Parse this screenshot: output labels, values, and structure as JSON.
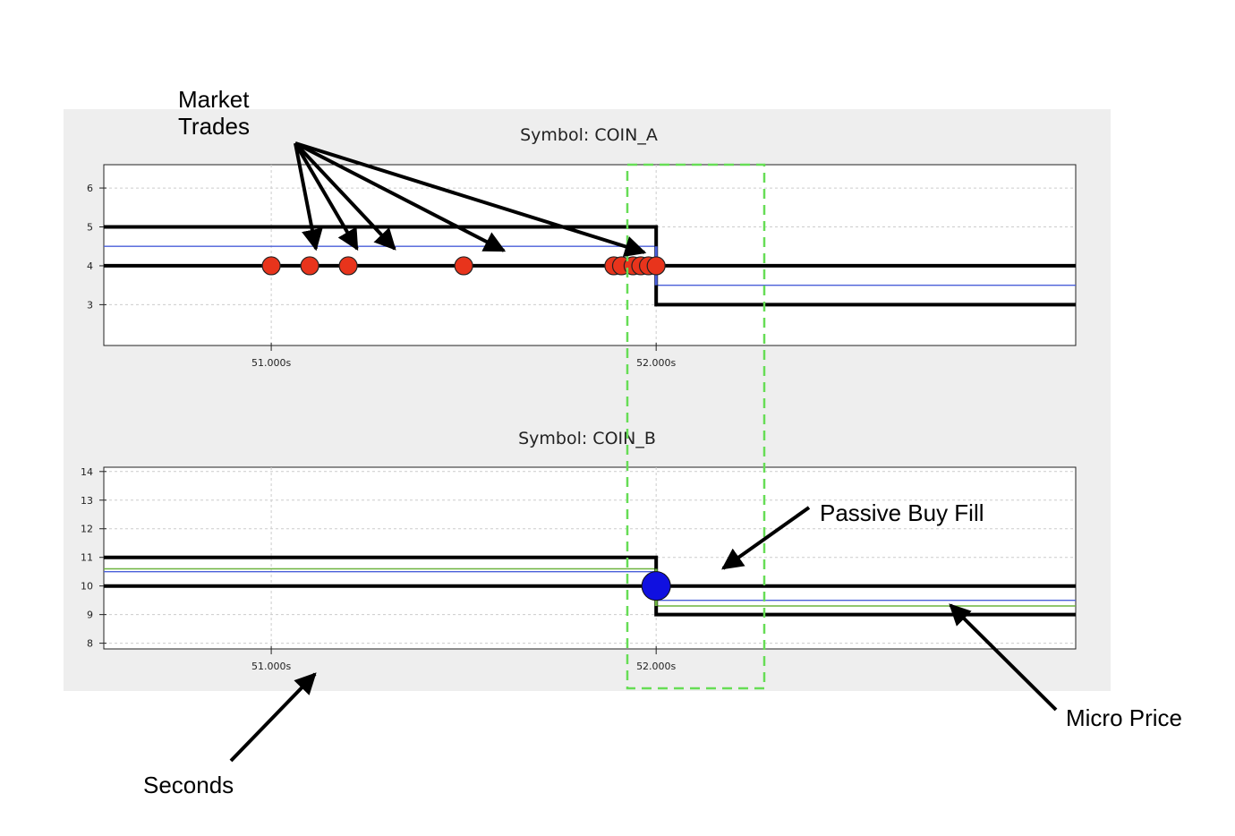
{
  "annotations": {
    "market_trades_line1": "Market",
    "market_trades_line2": "Trades",
    "passive_buy_fill": "Passive Buy Fill",
    "micro_price": "Micro Price",
    "seconds": "Seconds"
  },
  "colors": {
    "panel_bg": "#eeeeee",
    "bid_ask": "#000000",
    "micro_price": "#4a5fd9",
    "fill_price": "#6db33f",
    "market_trade": "#e8341c",
    "buy_fill": "#1010e0",
    "highlight_box": "#66dd55"
  },
  "chart_data": [
    {
      "type": "line",
      "title": "Symbol: COIN_A",
      "xlim": [
        50.565,
        53.09
      ],
      "ylim": [
        1.95,
        6.6
      ],
      "xticks": [
        51.0,
        52.0
      ],
      "xtick_labels": [
        "51.000s",
        "52.000s"
      ],
      "yticks": [
        3,
        4,
        5,
        6
      ],
      "grid": true,
      "step_series": [
        {
          "role": "ask",
          "x": [
            50.565,
            52.0,
            52.0,
            53.09
          ],
          "y": [
            5,
            5,
            4,
            4
          ]
        },
        {
          "role": "bid",
          "x": [
            50.565,
            52.0,
            52.0,
            53.09
          ],
          "y": [
            4,
            4,
            3,
            3
          ]
        },
        {
          "role": "micro",
          "x": [
            50.565,
            52.0,
            52.0,
            53.09
          ],
          "y": [
            4.5,
            4.5,
            3.5,
            3.5
          ]
        }
      ],
      "market_trades": {
        "x": [
          51.0,
          51.1,
          51.2,
          51.5,
          51.89,
          51.91,
          51.94,
          51.96,
          51.98,
          52.0
        ],
        "y": [
          4,
          4,
          4,
          4,
          4,
          4,
          4,
          4,
          4,
          4
        ]
      }
    },
    {
      "type": "line",
      "title": "Symbol: COIN_B",
      "xlim": [
        50.565,
        53.09
      ],
      "ylim": [
        7.8,
        14.15
      ],
      "xticks": [
        51.0,
        52.0
      ],
      "xtick_labels": [
        "51.000s",
        "52.000s"
      ],
      "yticks": [
        8,
        9,
        10,
        11,
        12,
        13,
        14
      ],
      "grid": true,
      "step_series": [
        {
          "role": "ask",
          "x": [
            50.565,
            52.0,
            52.0,
            53.09
          ],
          "y": [
            11,
            11,
            10,
            10
          ]
        },
        {
          "role": "bid",
          "x": [
            50.565,
            52.0,
            52.0,
            53.09
          ],
          "y": [
            10,
            10,
            9,
            9
          ]
        },
        {
          "role": "micro",
          "x": [
            50.565,
            52.0,
            52.0,
            53.09
          ],
          "y": [
            10.5,
            10.5,
            9.5,
            9.5
          ]
        },
        {
          "role": "fill",
          "x": [
            50.565,
            52.0,
            52.0,
            53.09
          ],
          "y": [
            10.6,
            10.6,
            9.3,
            9.3
          ]
        }
      ],
      "buy_fills": {
        "x": [
          52.0
        ],
        "y": [
          10
        ]
      }
    }
  ]
}
